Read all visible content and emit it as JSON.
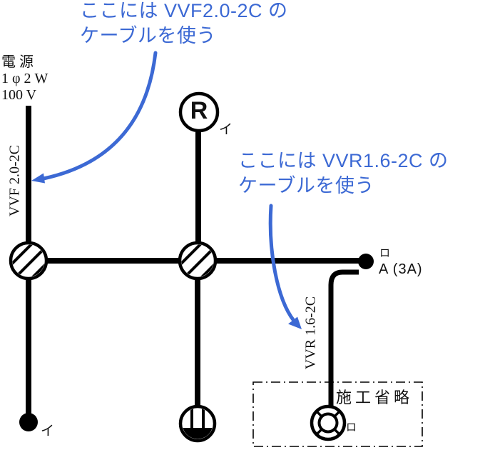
{
  "colors": {
    "annotation_blue": "#3c69d4",
    "diagram_black": "#000000"
  },
  "annotations": {
    "vvf": {
      "line1": "ここには VVF2.0-2C の",
      "line2": "ケーブルを使う"
    },
    "vvr": {
      "line1": "ここには VVR1.6-2C の",
      "line2": "ケーブルを使う"
    }
  },
  "power_source": {
    "line1": "電 源",
    "line2": "1 φ 2 W",
    "line3": "100 V"
  },
  "cable_labels": {
    "vvf": "VVF 2.0-2C",
    "vvr": "VVR 1.6-2C"
  },
  "devices": {
    "lamp_receptacle": {
      "letter": "R",
      "tag": "イ"
    },
    "switch": {
      "tag": "イ"
    },
    "auto_switch": {
      "tag": "ロ",
      "rating": "A (3A)"
    },
    "ceiling_rose": {
      "tag": "ロ"
    },
    "omitted_box": {
      "label": "施工省略"
    }
  }
}
